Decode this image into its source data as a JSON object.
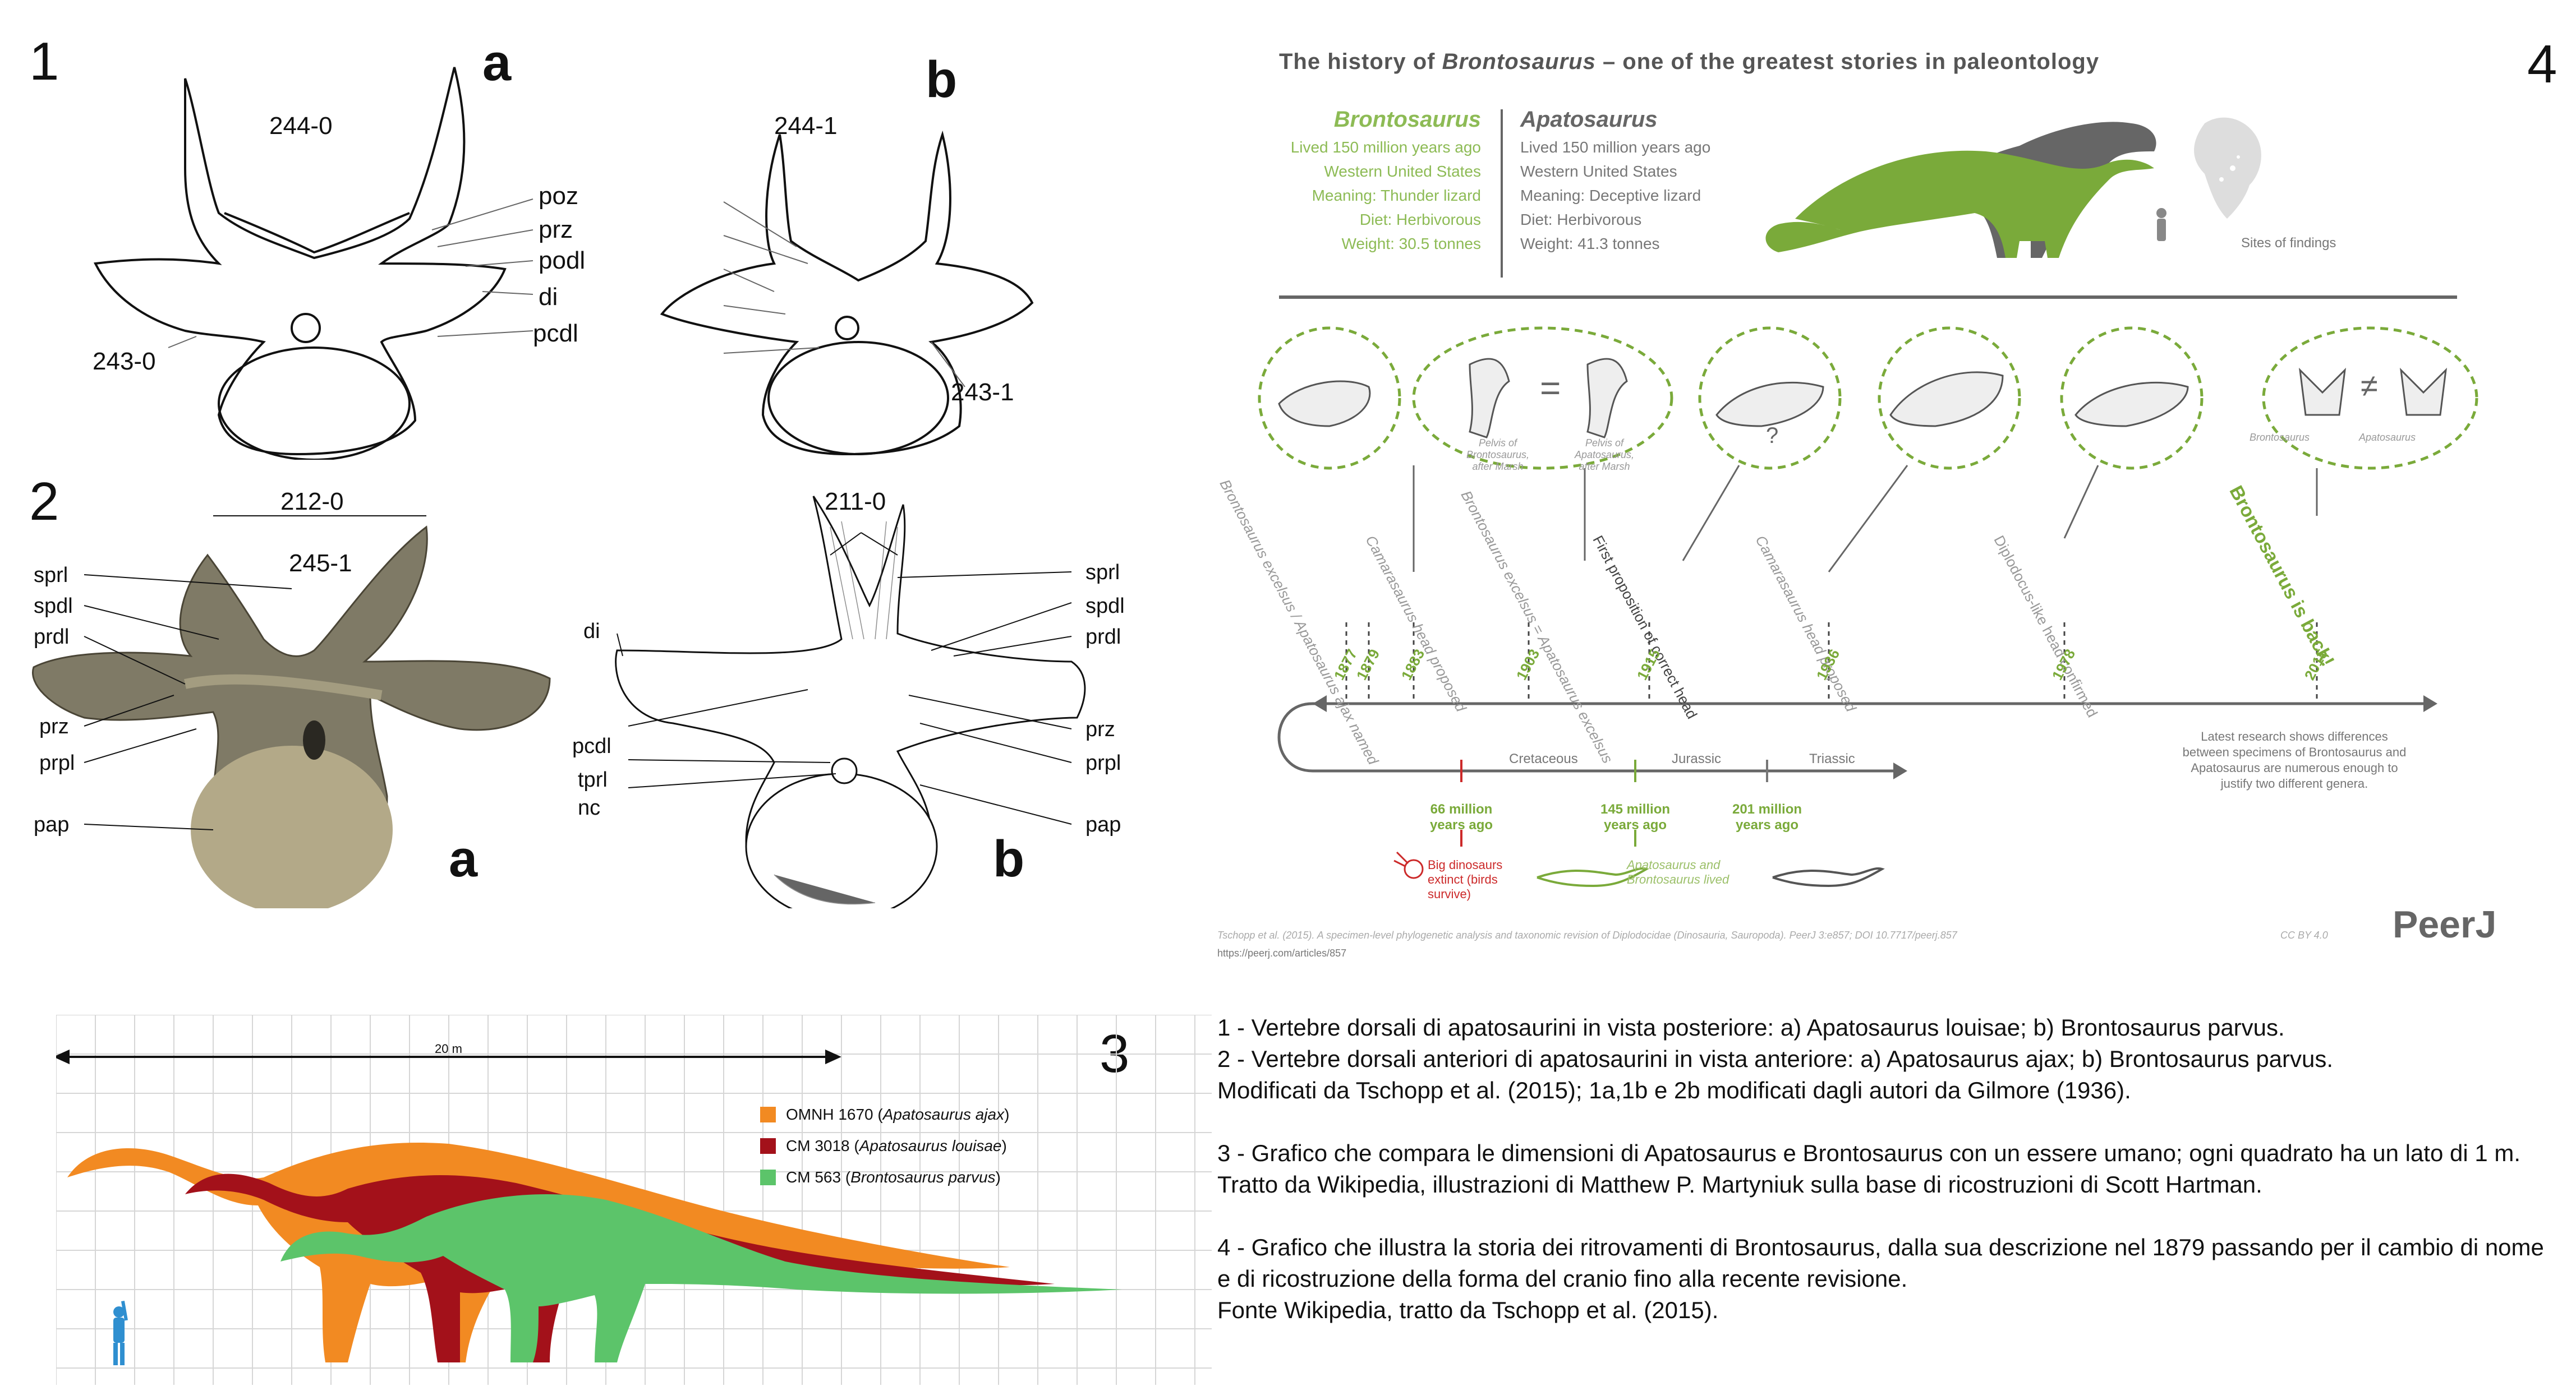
{
  "panel1": {
    "number": "1",
    "a": {
      "letter": "a",
      "labels": [
        "244-0",
        "243-0",
        "poz",
        "prz",
        "podl",
        "di",
        "pcdl"
      ]
    },
    "b": {
      "letter": "b",
      "labels": [
        "244-1",
        "243-1"
      ]
    }
  },
  "panel2": {
    "number": "2",
    "a": {
      "letter": "a",
      "top": "212-0",
      "mid": "245-1",
      "left_labels": [
        "sprl",
        "spdl",
        "prdl",
        "prz",
        "prpl",
        "pap"
      ]
    },
    "b": {
      "letter": "b",
      "top": "211-0",
      "left_labels": [
        "di",
        "pcdl",
        "tprl",
        "nc"
      ],
      "right_labels": [
        "sprl",
        "spdl",
        "prdl",
        "prz",
        "prpl",
        "pap"
      ]
    }
  },
  "panel3": {
    "number": "3",
    "scale_label": "20 m",
    "legend": [
      {
        "id": "OMNH 1670",
        "name": "Apatosaurus ajax",
        "color": "#f28a22"
      },
      {
        "id": "CM 3018",
        "name": "Apatosaurus louisae",
        "color": "#a3111a"
      },
      {
        "id": "CM 563",
        "name": "Brontosaurus parvus",
        "color": "#5cc46a"
      }
    ],
    "human_color": "#2f8fd0"
  },
  "panel4": {
    "number": "4",
    "title_pre": "The history of ",
    "title_em": "Brontosaurus",
    "title_post": " – one of the greatest stories in paleontology",
    "bronto": {
      "name": "Brontosaurus",
      "facts": [
        "Lived 150 million years ago",
        "Western United States",
        "Meaning: Thunder lizard",
        "Diet: Herbivorous",
        "Weight: 30.5 tonnes"
      ]
    },
    "apato": {
      "name": "Apatosaurus",
      "facts": [
        "Lived 150 million years ago",
        "Western United States",
        "Meaning: Deceptive lizard",
        "Diet: Herbivorous",
        "Weight: 41.3 tonnes"
      ]
    },
    "sites": "Sites of findings",
    "events": [
      {
        "year": "1877",
        "text": "Brontosaurus excelsus / Apatosaurus ajax named"
      },
      {
        "year": "1879",
        "text": "Camarasaurus head proposed"
      },
      {
        "year": "1883",
        "text": ""
      },
      {
        "year": "1903",
        "text": "Brontosaurus excelsus = Apatosaurus excelsus"
      },
      {
        "year": "1915",
        "text": "First proposition of correct head"
      },
      {
        "year": "1936",
        "text": "Camarasaurus head proposed"
      },
      {
        "year": "1978",
        "text": "Diplodocus-like head confirmed"
      },
      {
        "year": "2015",
        "text": "Brontosaurus is back!"
      }
    ],
    "bubble_pelvis_a": "Pelvis of Brontosaurus, after Marsh",
    "bubble_pelvis_b": "Pelvis of Apatosaurus, after Marsh",
    "bubble_q": "?",
    "bubble_last_a": "Brontosaurus",
    "bubble_last_b": "Apatosaurus",
    "eq": "=",
    "neq": "≠",
    "periods": [
      "Cretaceous",
      "Jurassic",
      "Triassic"
    ],
    "mya": [
      "66 million years ago",
      "145 million years ago",
      "201 million years ago"
    ],
    "extinct": "Big dinosaurs extinct (birds survive)",
    "lived": "Apatosaurus and Brontosaurus lived",
    "latest": "Latest research shows differences between specimens of Brontosaurus and Apatosaurus are numerous enough to justify two different genera.",
    "credit": "Tschopp et al. (2015). A specimen-level phylogenetic analysis and taxonomic revision of Diplodocidae (Dinosauria, Sauropoda). PeerJ 3:e857; DOI 10.7717/peerj.857",
    "url": "https://peerj.com/articles/857",
    "license": "CC BY 4.0",
    "brand": "PeerJ"
  },
  "caption": {
    "c1": "1 - Vertebre dorsali di apatosaurini in vista posteriore: a) Apatosaurus louisae; b) Brontosaurus parvus.",
    "c2": "2 - Vertebre dorsali anteriori di apatosaurini in vista anteriore: a) Apatosaurus ajax; b) Brontosaurus parvus.",
    "c2b": "Modificati da Tschopp et al. (2015); 1a,1b e 2b modificati dagli autori da Gilmore (1936).",
    "c3": "3 - Grafico che compara le dimensioni di Apatosaurus e Brontosaurus con un essere umano; ogni quadrato ha un lato di 1 m.",
    "c3b": "Tratto da Wikipedia, illustrazioni di Matthew P. Martyniuk sulla base di ricostruzioni di Scott Hartman.",
    "c4": "4 - Grafico che illustra la storia dei ritrovamenti di Brontosaurus, dalla sua descrizione nel 1879 passando per il cambio di nome e di ricostruzione della forma del cranio fino alla recente revisione.",
    "c4b": "Fonte Wikipedia, tratto da Tschopp et al. (2015)."
  }
}
